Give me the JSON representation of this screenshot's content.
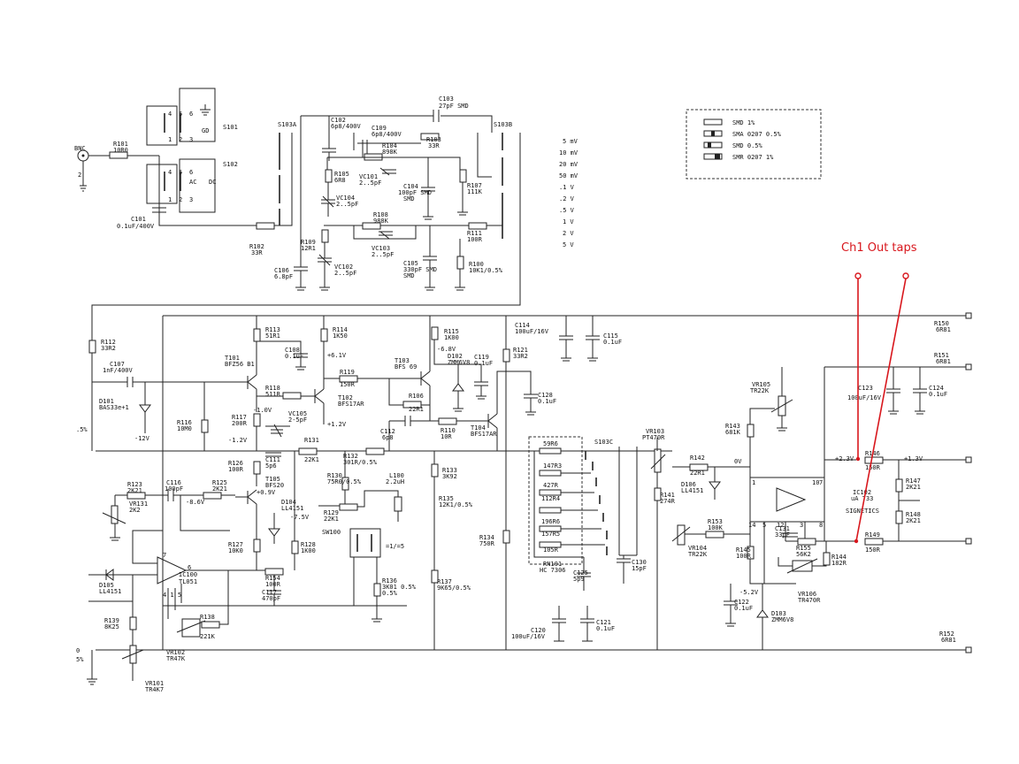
{
  "annotation": "Ch1 Out taps",
  "colors": {
    "wire": "#222222",
    "annotation": "#d8171d",
    "background": "#ffffff"
  },
  "input": {
    "connector": "BNC"
  },
  "legend": {
    "items": [
      "SMD 1%",
      "SMA 0207 0.5%",
      "SMD 0.5%",
      "SMR 0207 1%"
    ]
  },
  "range_labels": [
    "5 mV",
    "10 mV",
    "20 mV",
    "50 mV",
    ".1 V",
    ".2 V",
    ".5 V",
    "1 V",
    "2 V",
    "5 V"
  ],
  "switches": {
    "s101": "S101",
    "s102": "S102",
    "s103a": "S103A",
    "s103b": "S103B",
    "s103c": "S103C",
    "gd": "GD",
    "ac": "AC",
    "dc": "DC",
    "sw100": "SW100",
    "sw100_mode": "=1/=5"
  },
  "components": {
    "r101": "R101",
    "r101_v": "10R0",
    "c101": "C101",
    "c101_v": "0.1uF/400V",
    "r102": "R102",
    "r102_v": "33R",
    "c102": "C102",
    "c102_v": "6p8/400V",
    "c109": "C109",
    "c109_v": "6p8/400V",
    "c103": "C103",
    "c103_v": "27pF SMD",
    "r103": "R103",
    "r103_v": "33R",
    "r104": "R104",
    "r104_v": "898K",
    "vc101": "VC101",
    "vc101_v": "2..5pF",
    "r105": "R105",
    "r105_v": "6R8",
    "vc104": "VC104",
    "vc104_v": "2..5pF",
    "c104": "C104",
    "c104_v": "100pF SMD",
    "r107": "R107",
    "r107_v": "111K",
    "r108": "R108",
    "r108_v": "988K",
    "vc103": "VC103",
    "vc103_v": "2..5pF",
    "r111": "R111",
    "r111_v": "100R",
    "r109": "R109",
    "r109_v": "12R1",
    "vc102": "VC102",
    "vc102_v": "2..5pF",
    "c106": "C106",
    "c106_v": "6.8pF",
    "c105": "C105",
    "c105_v": "330pF SMD",
    "r100": "R100",
    "r100_v": "10K1/0.5%",
    "r112": "R112",
    "r112_v": "33R2",
    "c107": "C107",
    "c107_v": "1nF/400V",
    "d101": "D101",
    "d101_v": "BAS33e+1",
    "v_m12": "-12V",
    "r113": "R113",
    "r113_v": "51R1",
    "c108": "C108",
    "c108_v": "0.1uF",
    "r114": "R114",
    "r114_v": "1K50",
    "v_61": "+6.1V",
    "t101": "T101",
    "t101_v": "BFZ56 B1",
    "r118": "R118",
    "r118_v": "511R",
    "t102": "T102",
    "t102_v": "BFS17AR",
    "r119": "R119",
    "r119_v": "150R",
    "t103": "T103",
    "t103_v": "BFS 69",
    "r106": "R106",
    "r106_v": "22R1",
    "r115": "R115",
    "r115_v": "1K00",
    "v_m68": "-6.8V",
    "d102": "D102",
    "d102_v": "ZMM6V8",
    "c119": "C119",
    "c119_v": "0.1uF",
    "c112": "C112",
    "c112_v": "6p8",
    "r110": "R110",
    "r110_v": "10R",
    "t104": "T104",
    "t104_v": "BFS17AR",
    "r116": "R116",
    "r116_v": "10M0",
    "r117": "R117",
    "r117_v": "200R",
    "v_m10": "-1.0V",
    "vc105": "VC105",
    "vc105_v": "2-5pF",
    "v_12a": "+1.2V",
    "v_m12b": "-1.2V",
    "c111": "C111",
    "c111_v": "5p6",
    "r131": "R131",
    "r131_v": "22K1",
    "r132": "R132",
    "r132_v": "301R/0.5%",
    "r126": "R126",
    "r126_v": "100R",
    "t105": "T105",
    "t105_v": "BFS20",
    "v_09": "+0.9V",
    "r123": "R123",
    "r123_v": "2K21",
    "c116": "C116",
    "c116_v": "100pF",
    "r125": "R125",
    "r125_v": "2K21",
    "v_m86": "-8.6V",
    "vr131": "VR131",
    "vr131_v": "2K2",
    "d104": "D104",
    "d104_v": "LL4151",
    "v_m75": "-7.5V",
    "r130": "R130",
    "r130_v": "75R0/0.5%",
    "l100": "L100",
    "l100_v": "2.2uH",
    "r129": "R129",
    "r129_v": "22K1",
    "r127": "R127",
    "r127_v": "10K0",
    "r128": "R128",
    "r128_v": "1K00",
    "r154": "R154",
    "r154_v": "100R",
    "c117": "C117",
    "c117_v": "470pF",
    "r136": "R136",
    "r136_v": "3K01 0.5%",
    "ic100": "IC100",
    "ic100_v": "TL051",
    "d105": "D105",
    "d105_v": "LL4151",
    "r139": "R139",
    "r139_v": "8K25",
    "r138": "R138",
    "r138_v": "221K",
    "vr102": "VR102",
    "vr102_v": "TR47K",
    "vr101": "VR101",
    "vr101_v": "TR4K7",
    "r121": "R121",
    "r121_v": "33R2",
    "c114": "C114",
    "c114_v": "100uF/16V",
    "c115": "C115",
    "c115_v": "0.1uF",
    "c128": "C128",
    "c128_v": "0.1uF",
    "r133": "R133",
    "r133_v": "3K92",
    "r135": "R135",
    "r135_v": "12K1/0.5%",
    "r134": "R134",
    "r134_v": "750R",
    "r137": "R137",
    "r137_v": "9K65/0.5%",
    "ladder": [
      "59R6",
      "147R3",
      "427R",
      "112R4",
      "196R6",
      "157R5",
      "105R"
    ],
    "rn101": "RN101",
    "rn101_v": "HC 7306",
    "c125": "C125",
    "c125_v": "5p9",
    "c130": "C130",
    "c130_v": "15pF",
    "c120": "C120",
    "c120_v": "100uF/16V",
    "c121": "C121",
    "c121_v": "0.1uF",
    "vr103": "VR103",
    "vr103_v": "PT470R",
    "r142": "R142",
    "r142_v": "22R1",
    "v_0": "0V",
    "r141": "R141",
    "r141_v": "274R",
    "d106": "D106",
    "d106_v": "LL4151",
    "r153": "R153",
    "r153_v": "100K",
    "vr104": "VR104",
    "vr104_v": "TR22K",
    "r145": "R145",
    "r145_v": "100R",
    "r143": "R143",
    "r143_v": "681K",
    "vr105": "VR105",
    "vr105_v": "TR22K",
    "ic102": "IC102",
    "ic102_v": "uA 733",
    "ic102_mfr": "SIGNETICS",
    "c131": "C131",
    "c131_v": "33pF",
    "r155": "R155",
    "r155_v": "56K2",
    "r144": "R144",
    "r144_v": "182R",
    "vr106": "VR106",
    "vr106_v": "TR470R",
    "v_m52": "-5.2V",
    "c122": "C122",
    "c122_v": "0.1uF",
    "d103": "D103",
    "d103_v": "ZMM6V8",
    "c123": "C123",
    "c123_v": "100uF/16V",
    "c124": "C124",
    "c124_v": "0.1uF",
    "v_23": "+2.3V",
    "v_13": "+1.3V",
    "r146": "R146",
    "r146_v": "150R",
    "r149": "R149",
    "r149_v": "150R",
    "r147": "R147",
    "r147_v": "2K21",
    "r148": "R148",
    "r148_v": "2K21",
    "r150": "R150",
    "r150_v": "6R81",
    "r151": "R151",
    "r151_v": "6R81",
    "r152": "R152",
    "r152_v": "6R81",
    "edge_5pct": ".5%",
    "edge_5pct2": "5%",
    "edge_0": "0"
  }
}
